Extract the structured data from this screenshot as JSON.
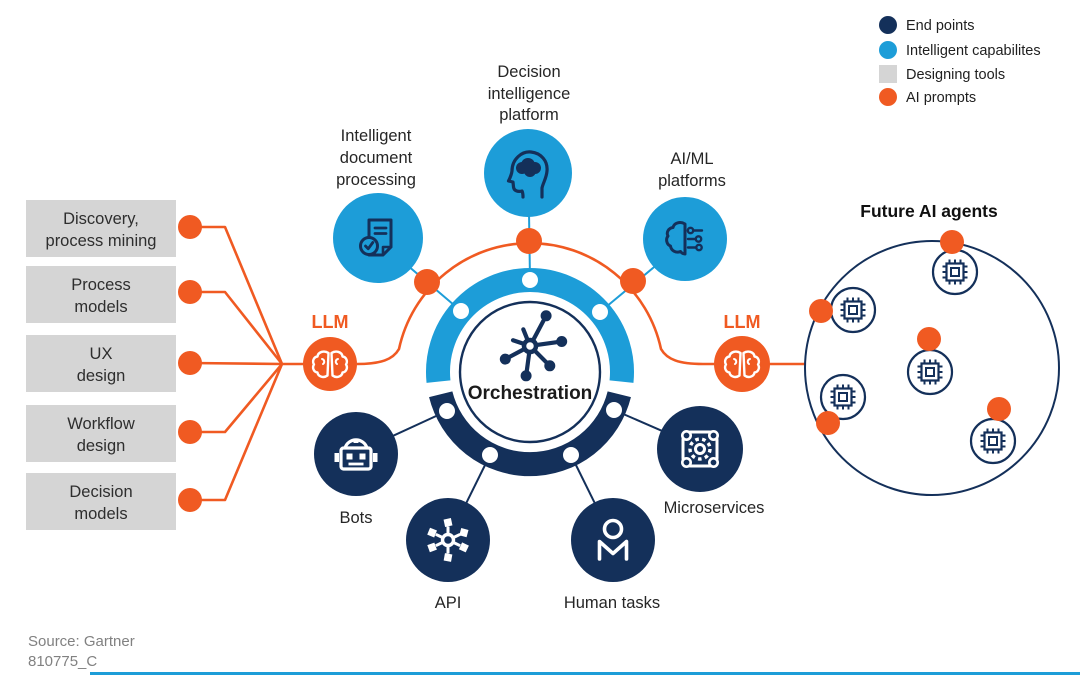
{
  "colors": {
    "navy": "#14305a",
    "light_blue": "#1d9dd8",
    "orange": "#f05a22",
    "gray": "#d5d5d5"
  },
  "legend": {
    "items": [
      {
        "label": "End points",
        "color": "#14305a",
        "shape": "circle"
      },
      {
        "label": "Intelligent capabilites",
        "color": "#1d9dd8",
        "shape": "circle"
      },
      {
        "label": "Designing tools",
        "color": "#d5d5d5",
        "shape": "square"
      },
      {
        "label": "AI prompts",
        "color": "#f05a22",
        "shape": "circle"
      }
    ]
  },
  "tools": [
    {
      "lines": [
        "Discovery,",
        "process mining"
      ]
    },
    {
      "lines": [
        "Process",
        "models"
      ]
    },
    {
      "lines": [
        "UX",
        "design"
      ]
    },
    {
      "lines": [
        "Workflow",
        "design"
      ]
    },
    {
      "lines": [
        "Decision",
        "models"
      ]
    }
  ],
  "llm": {
    "left": "LLM",
    "right": "LLM"
  },
  "hub": {
    "label": "Orchestration"
  },
  "caps": [
    {
      "lines": [
        "Intelligent",
        "document",
        "processing"
      ]
    },
    {
      "lines": [
        "Decision",
        "intelligence",
        "platform"
      ]
    },
    {
      "lines": [
        "AI/ML",
        "platforms"
      ]
    }
  ],
  "eps": [
    {
      "label": "Bots"
    },
    {
      "label": "API"
    },
    {
      "label": "Human tasks"
    },
    {
      "label": "Microservices"
    }
  ],
  "future": {
    "title": "Future AI agents"
  },
  "footer": {
    "source": "Source: Gartner",
    "code": "810775_C"
  }
}
